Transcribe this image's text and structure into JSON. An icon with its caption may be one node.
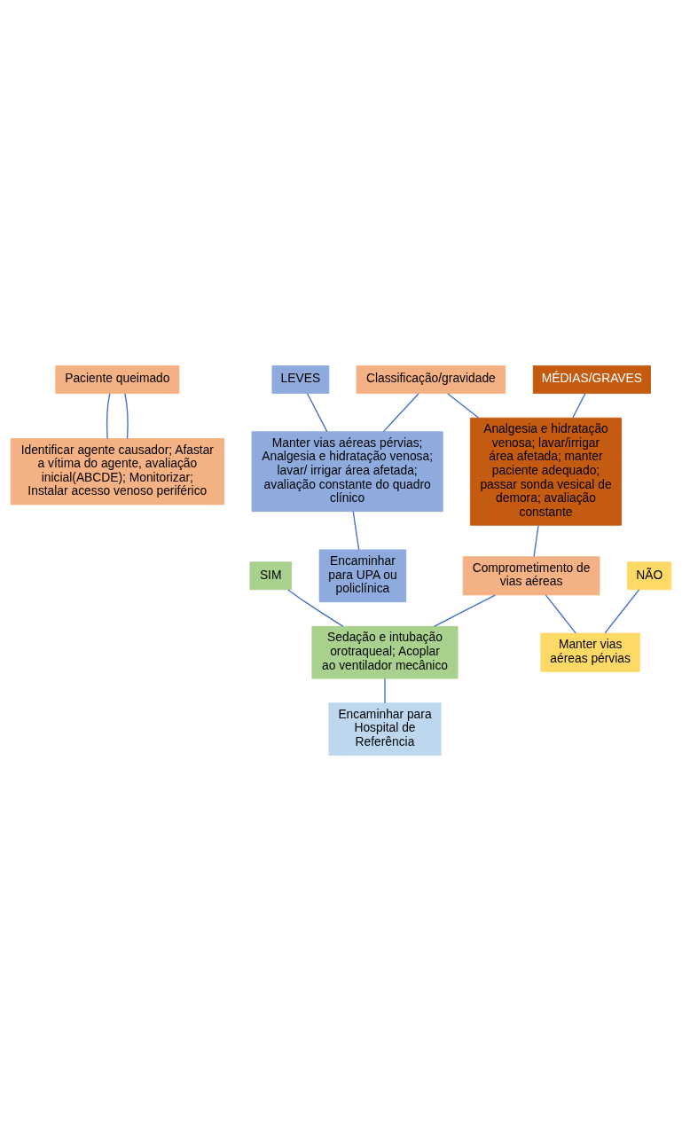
{
  "diagram": {
    "nodes": [
      {
        "text": [
          "Paciente queimado"
        ]
      },
      {
        "text": [
          "Identificar agente causador; Afastar a vítima do agente, avaliação inicial(ABCDE); Monitorizar; Instalar acesso venoso periférico"
        ]
      },
      {
        "text": [
          "Classificação/gravidade"
        ]
      },
      {
        "text": [
          "MÉDIAS/GRAVES"
        ]
      },
      {
        "text": [
          "LEVES"
        ]
      },
      {
        "text": [
          "Analgesia e hidratação venosa; lavar/irrigar área afetada; manter paciente adequado; passar sonda vesical de demora; avaliação constante"
        ]
      },
      {
        "text": [
          "Manter vias aéreas pérvias; Analgesia e hidratação venosa; lavar/ irrigar área afetada; avaliação constante do quadro clínico"
        ]
      },
      {
        "text": [
          "Encaminhar para UPA ou policlínica"
        ]
      },
      {
        "text": [
          "Comprometimento de vias aéreas"
        ]
      },
      {
        "text": [
          "SIM"
        ]
      },
      {
        "text": [
          "NÃO"
        ]
      },
      {
        "text": [
          "Sedação e intubação orotraqueal; Acoplar ao ventilador mecânico"
        ]
      },
      {
        "text": [
          "Manter vias aéreas pérvias"
        ]
      },
      {
        "text": [
          "Encaminhar para Hospital de Referência"
        ]
      }
    ],
    "edges": [
      {
        "from": 0,
        "to": 1,
        "arrow": "none"
      },
      {
        "from": 0,
        "to": 1,
        "arrow": "none"
      },
      {
        "from": 2,
        "to": 5,
        "arrow": "none"
      },
      {
        "from": 2,
        "to": 6,
        "arrow": "none"
      },
      {
        "from": 3,
        "to": 5,
        "arrow": "none"
      },
      {
        "from": 4,
        "to": 6,
        "arrow": "none"
      },
      {
        "from": 6,
        "to": 7,
        "arrow": "none"
      },
      {
        "from": 5,
        "to": 8,
        "arrow": "none"
      },
      {
        "from": 8,
        "to": 11,
        "arrow": "none"
      },
      {
        "from": 8,
        "to": 12,
        "arrow": "none"
      },
      {
        "from": 9,
        "to": 11,
        "arrow": "none"
      },
      {
        "from": 10,
        "to": 12,
        "arrow": "none"
      },
      {
        "from": 11,
        "to": 13,
        "arrow": "none"
      }
    ]
  }
}
